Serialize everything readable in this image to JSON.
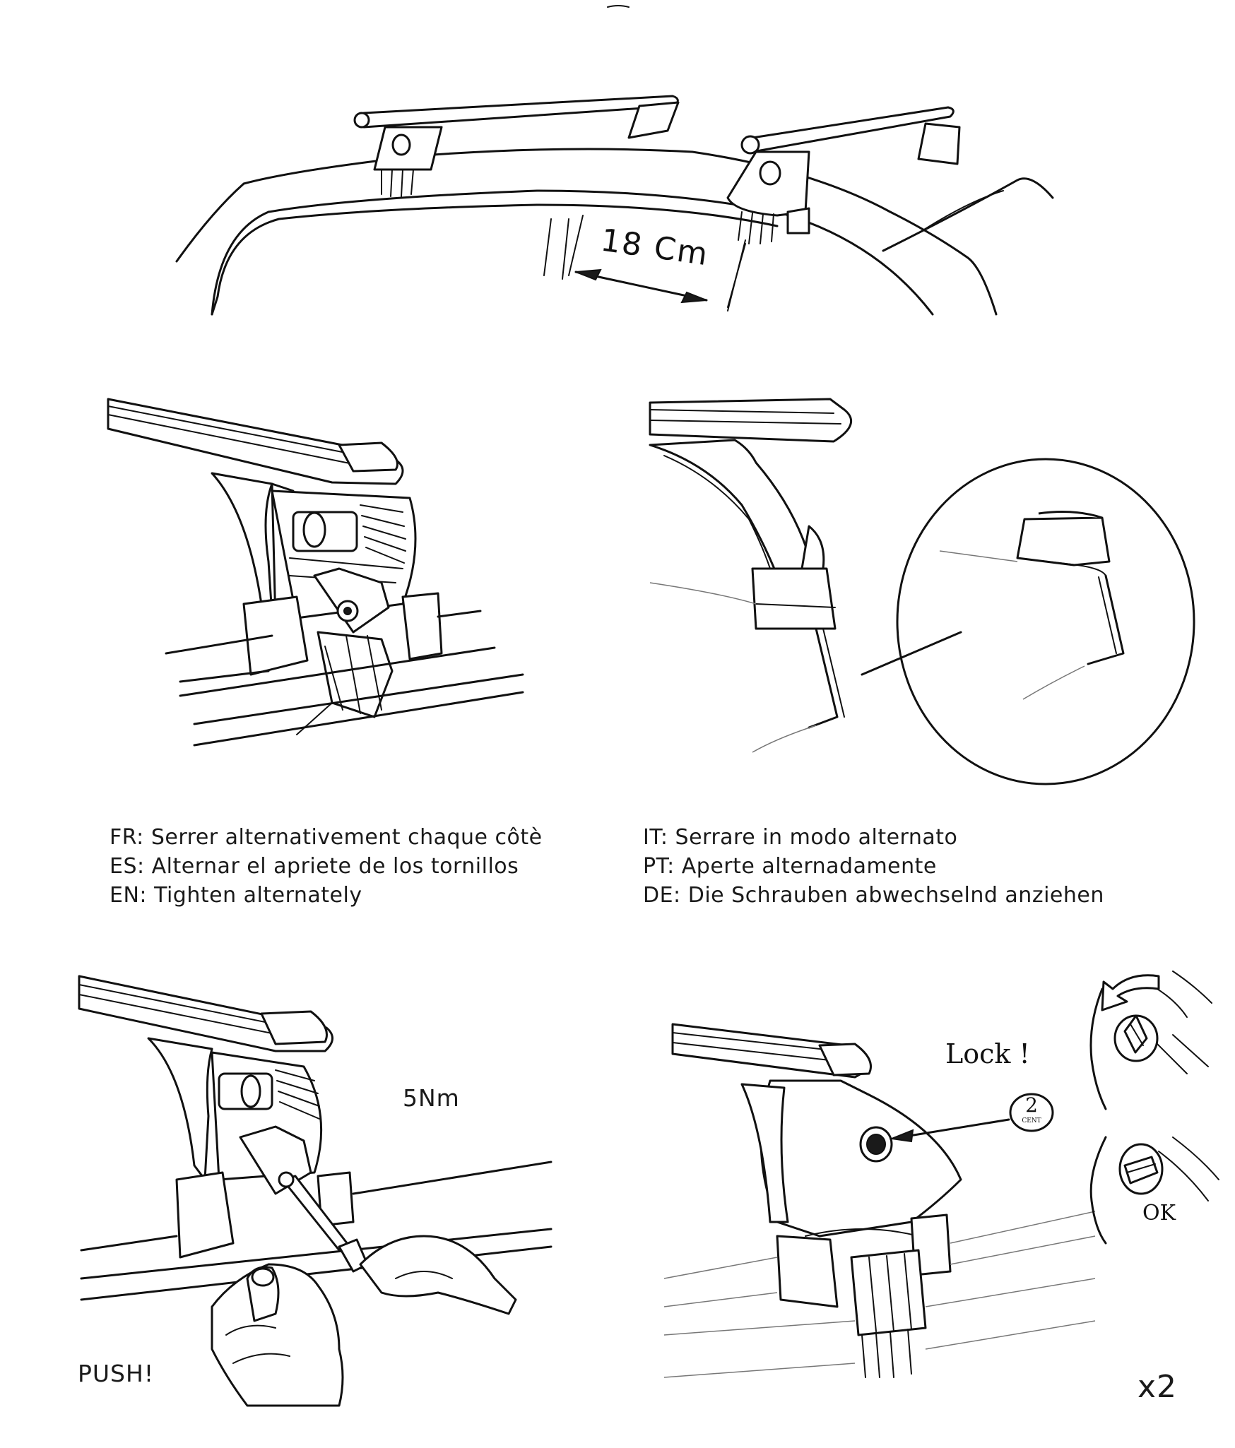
{
  "figure1": {
    "measure_label": "18 Cm"
  },
  "instructions": {
    "left": [
      {
        "lang": "FR:",
        "text": "Serrer alternativement chaque côtè"
      },
      {
        "lang": "ES:",
        "text": "Alternar el apriete de los tornillos"
      },
      {
        "lang": "EN:",
        "text": "Tighten alternately"
      }
    ],
    "right": [
      {
        "lang": "IT:",
        "text": "Serrare in modo alternato"
      },
      {
        "lang": "PT:",
        "text": "Aperte alternadamente"
      },
      {
        "lang": "DE:",
        "text": "Die Schrauben abwechselnd anziehen"
      }
    ]
  },
  "figure4": {
    "torque_label": "5Nm",
    "push_label": "PUSH!"
  },
  "figure5": {
    "lock_label": "Lock !",
    "step_number": "2",
    "step_sub": "CENT",
    "ok_label": "OK",
    "quantity_label": "x2"
  }
}
